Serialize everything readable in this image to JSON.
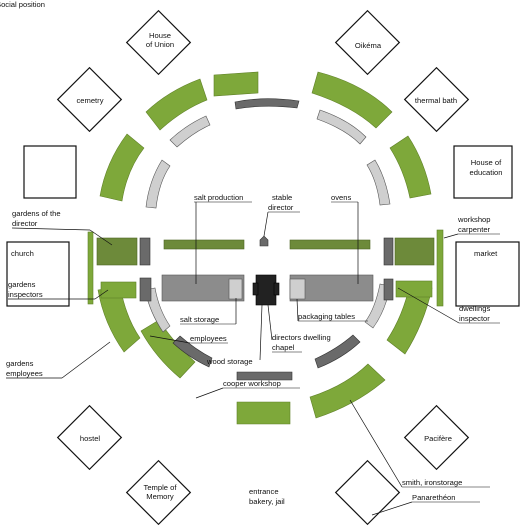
{
  "header_fragment": "Social position",
  "buildings": {
    "house_of_union": "House of Union",
    "oikema": "Oikéma",
    "cemetry": "cemetry",
    "thermal_bath": "thermal bath",
    "house_of_education": "House of education",
    "church": "church",
    "market": "market",
    "hostel": "hostel",
    "pacifere": "Pacifère",
    "temple_of_memory": "Temple of Memory",
    "panarethéon": "Panarethéon"
  },
  "labels": {
    "gardens_director": "gardens of the director",
    "gardens_inspectors": "gardens inspectors",
    "gardens_employees": "gardens employees",
    "workshop_carpenter": "workshop carpenter",
    "dwellings_inspector": "dwellings inspector",
    "salt_production": "salt production",
    "stable_director": "stable director",
    "ovens": "ovens",
    "salt_storage": "salt storage",
    "employees": "employees",
    "wood_storage": "wood storage",
    "packaging_tables": "packaging tables",
    "directors_dwelling_chapel": "directors dwelling chapel",
    "cooper_workshop": "cooper workshop",
    "smith_ironstorage": "smith, ironstorage",
    "entrance": "entrance bakery, jail"
  }
}
